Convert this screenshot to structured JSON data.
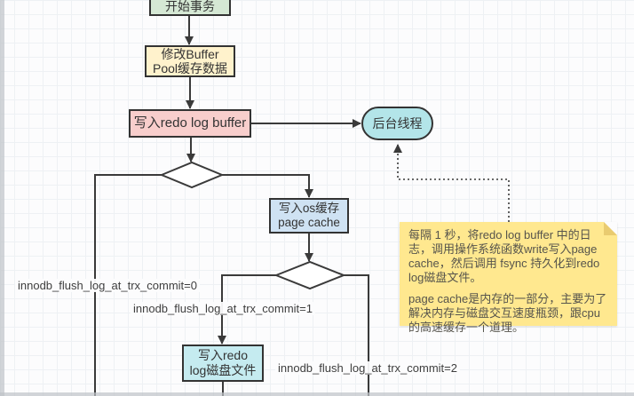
{
  "diagram": {
    "nodes": {
      "start": {
        "label": "开始事务",
        "fill": "#d5e8d4"
      },
      "modify_buffer_pool": {
        "line1": "修改Buffer",
        "line2": "Pool缓存数据",
        "fill": "#fff2cc"
      },
      "write_redo_log_buffer": {
        "label": "写入redo log buffer",
        "fill": "#f8cecc"
      },
      "background_thread": {
        "label": "后台线程",
        "fill": "#b3e5e9"
      },
      "write_os_cache": {
        "line1": "写入os缓存",
        "line2": "page cache",
        "fill": "#cfe2f3"
      },
      "write_redo_disk": {
        "line1": "写入redo",
        "line2": "log磁盘文件",
        "fill": "#c5ebf0"
      }
    },
    "edge_labels": {
      "commit0": "innodb_flush_log_at_trx_commit=0",
      "commit1": "innodb_flush_log_at_trx_commit=1",
      "commit2": "innodb_flush_log_at_trx_commit=2"
    },
    "note": {
      "paragraph1": "每隔 1 秒，将redo log buffer 中的日志，调用操作系统函数write写入page cache，然后调用 fsync 持久化到redo log磁盘文件。",
      "paragraph2": "page cache是内存的一部分，主要为了解决内存与磁盘交互速度瓶颈，跟cpu的高速缓存一个道理。",
      "fill": "#ffe88f"
    },
    "colors": {
      "edge": "#3a3a3a",
      "grid": "#eef1f4",
      "node_border": "#333333"
    }
  }
}
